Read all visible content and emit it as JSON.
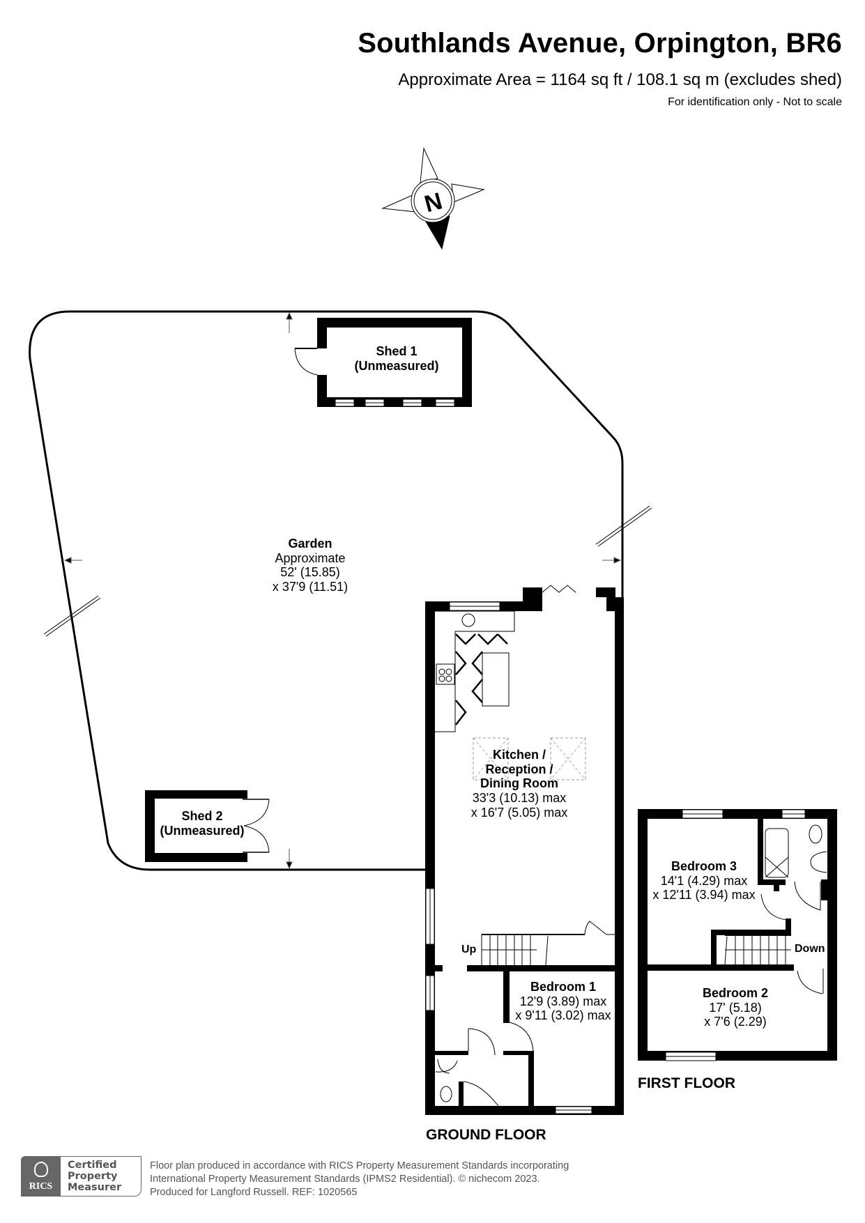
{
  "header": {
    "title": "Southlands Avenue, Orpington, BR6",
    "area": "Approximate Area = 1164 sq ft / 108.1 sq m (excludes shed)",
    "disclaimer": "For identification only - Not to scale"
  },
  "compass": {
    "letter": "N",
    "icon": "north-compass-icon"
  },
  "rooms": {
    "garden": {
      "name": "Garden",
      "line1": "Approximate",
      "line2": "52' (15.85)",
      "line3": "x 37'9 (11.51)"
    },
    "shed1": {
      "name": "Shed 1",
      "line1": "(Unmeasured)"
    },
    "shed2": {
      "name": "Shed 2",
      "line1": "(Unmeasured)"
    },
    "kitchen": {
      "name1": "Kitchen /",
      "name2": "Reception /",
      "name3": "Dining Room",
      "line1": "33'3 (10.13) max",
      "line2": "x 16'7 (5.05) max"
    },
    "bedroom1": {
      "name": "Bedroom 1",
      "line1": "12'9 (3.89) max",
      "line2": "x 9'11 (3.02) max"
    },
    "bedroom3": {
      "name": "Bedroom 3",
      "line1": "14'1 (4.29) max",
      "line2": "x 12'11 (3.94) max"
    },
    "bedroom2": {
      "name": "Bedroom 2",
      "line1": "17' (5.18)",
      "line2": "x 7'6 (2.29)"
    }
  },
  "stairs": {
    "up": "Up",
    "down": "Down"
  },
  "floors": {
    "ground": "GROUND FLOOR",
    "first": "FIRST FLOOR"
  },
  "footer": {
    "badge_org": "RICS",
    "badge_line1": "Certified",
    "badge_line2": "Property",
    "badge_line3": "Measurer",
    "line1": "Floor plan produced in accordance with RICS Property Measurement Standards incorporating",
    "line2": "International Property Measurement Standards (IPMS2 Residential).   © nichecom 2023.",
    "line3": "Produced for Langford Russell.   REF: 1020565"
  },
  "colors": {
    "wall": "#000000",
    "background": "#ffffff",
    "footer_grey": "#666666"
  }
}
